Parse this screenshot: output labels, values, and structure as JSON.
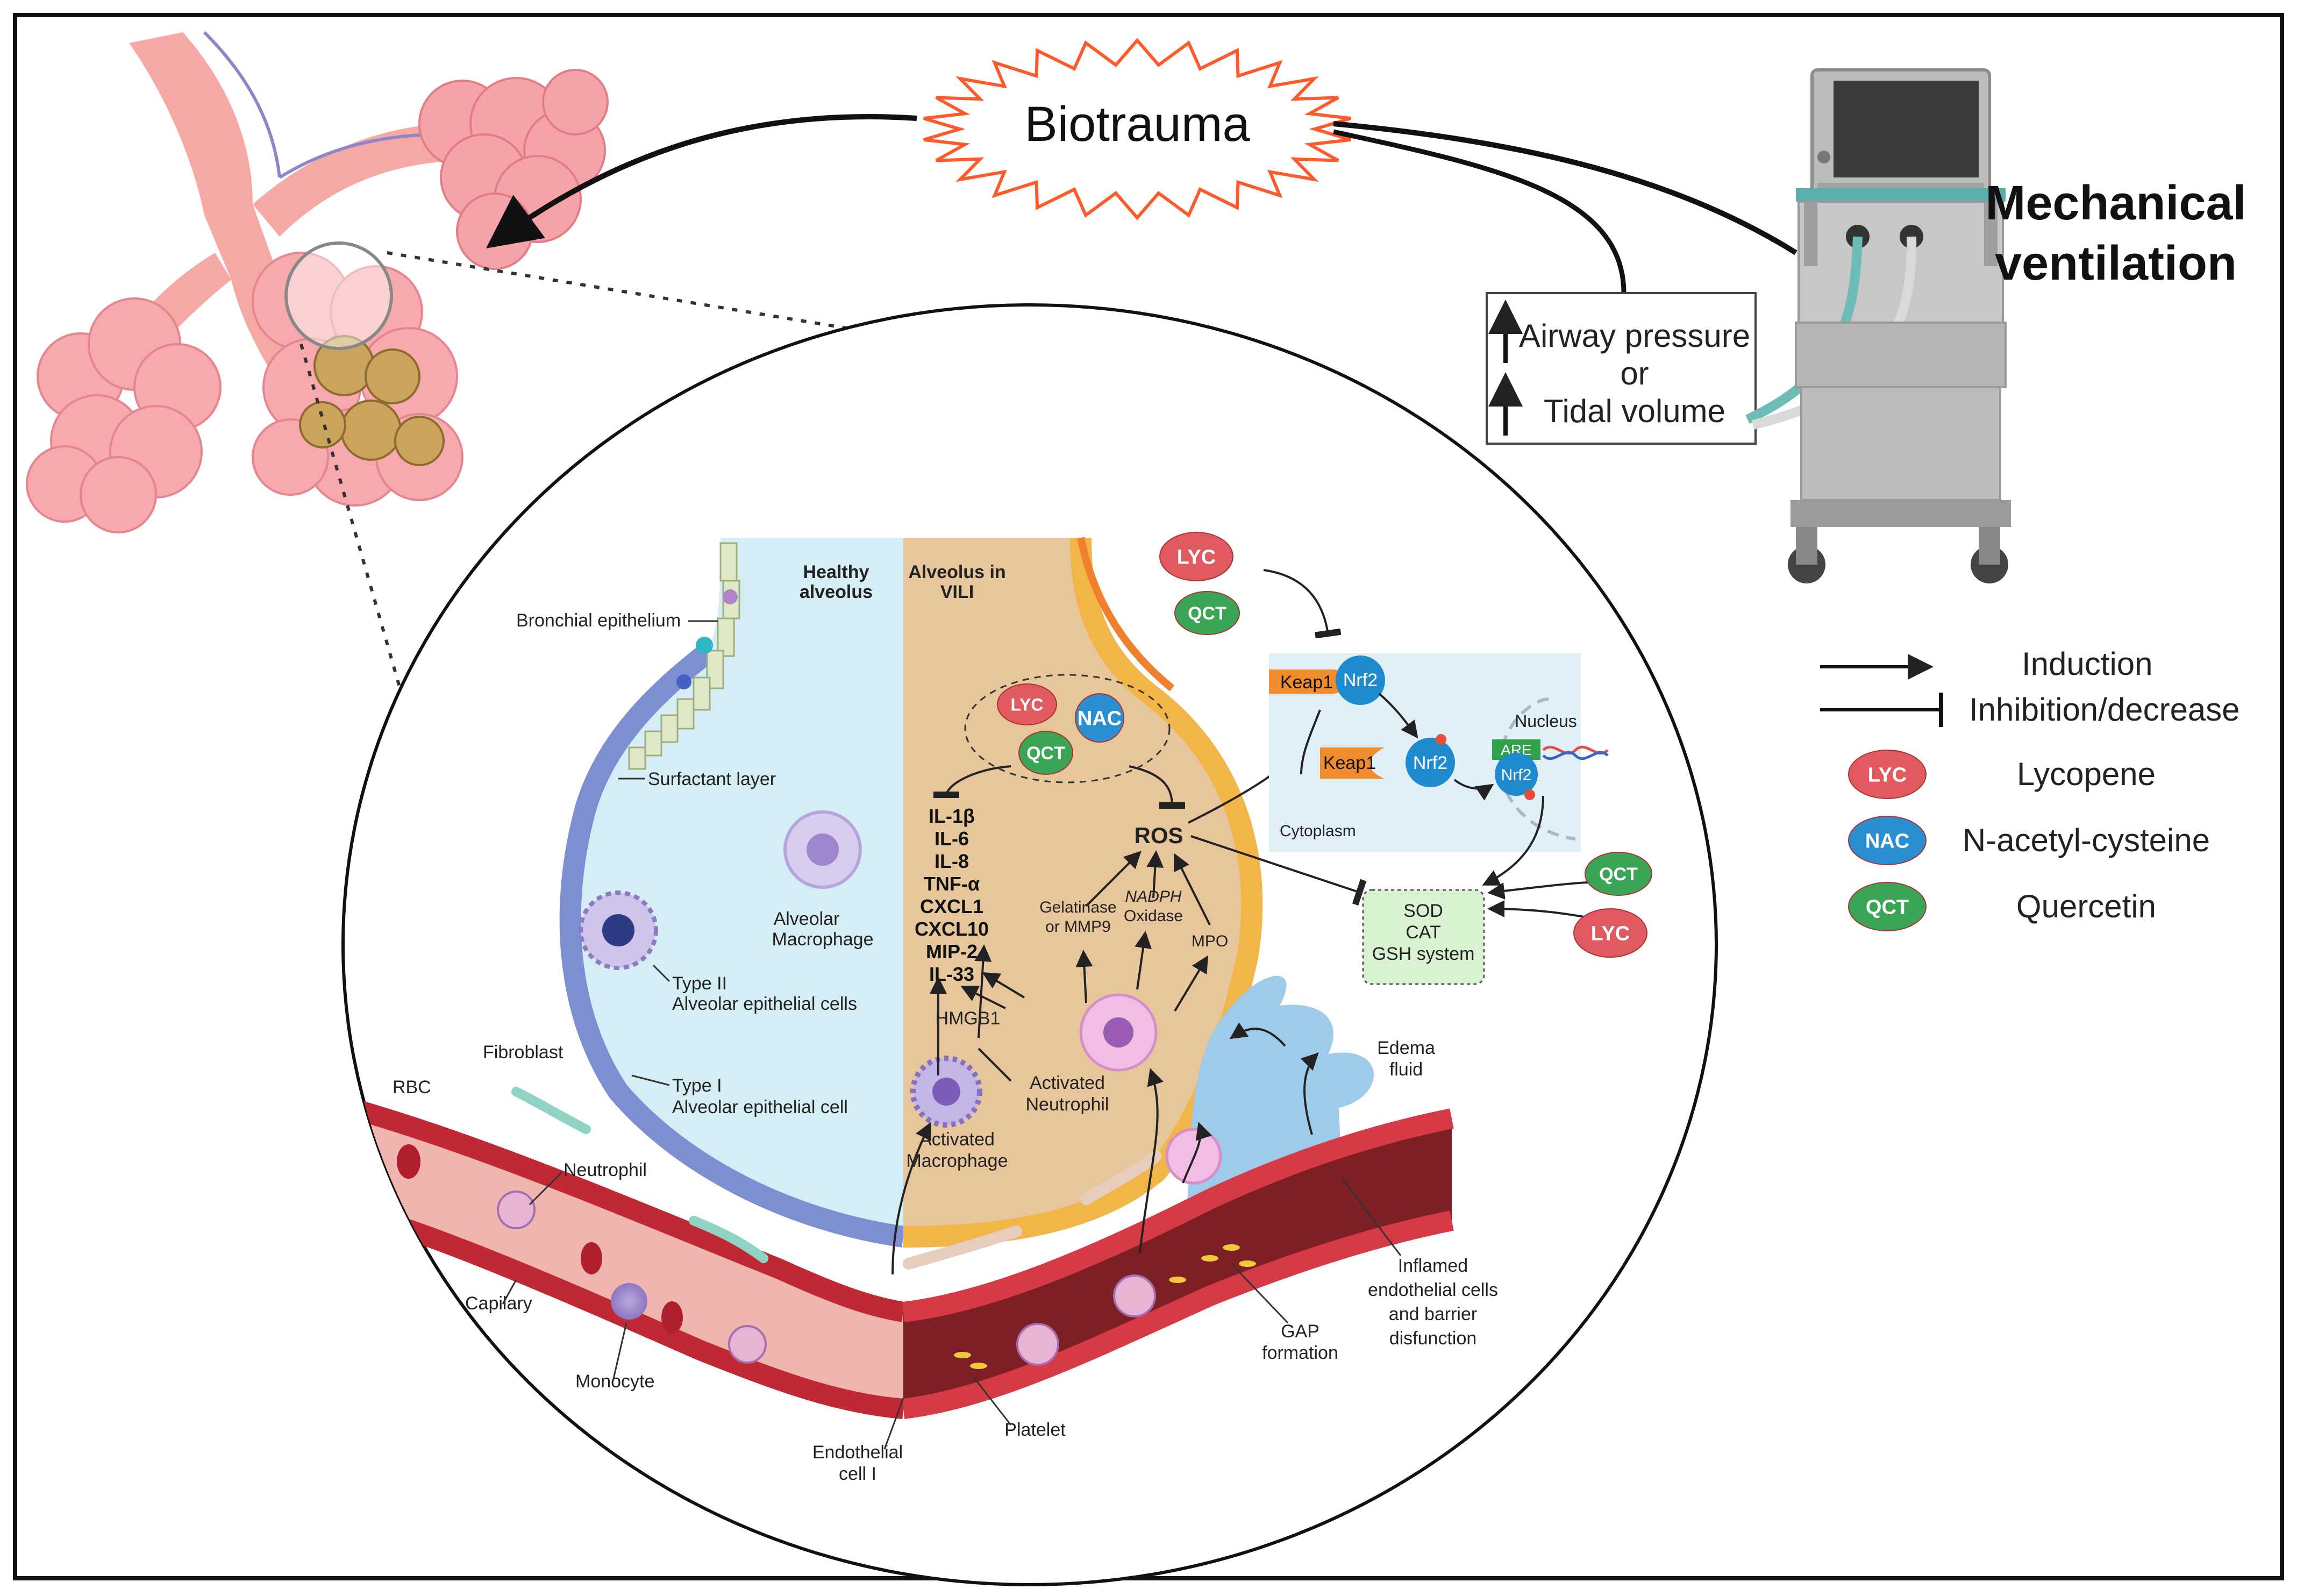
{
  "title": "Biotrauma",
  "device": {
    "line1": "Mechanical",
    "line2": "ventilation"
  },
  "ventilator_box": {
    "line1": "Airway pressure",
    "line2": "or",
    "line3": "Tidal volume"
  },
  "legend": {
    "induction": "Induction",
    "inhibition": "Inhibition/decrease",
    "items": [
      {
        "abbr": "LYC",
        "name": "Lycopene",
        "color": "#e05a60"
      },
      {
        "abbr": "NAC",
        "name": "N-acetyl-cysteine",
        "color": "#2a8fd0"
      },
      {
        "abbr": "QCT",
        "name": "Quercetin",
        "color": "#3aa655"
      }
    ]
  },
  "alveolus": {
    "healthy_title": [
      "Healthy",
      "alveolus"
    ],
    "vili_title": [
      "Alveolus in",
      "VILI"
    ],
    "bronchial": "Bronchial epithelium",
    "surfactant": "Surfactant layer",
    "alv_macrophage": [
      "Alveolar",
      "Macrophage"
    ],
    "type2": [
      "Type II",
      "Alveolar epithelial cells"
    ],
    "type1": [
      "Type I",
      "Alveolar epithelial cell"
    ],
    "fibroblast": "Fibroblast",
    "rbc": "RBC",
    "neutrophil": "Neutrophil",
    "capilary": "Capilary",
    "monocyte": "Monocyte",
    "endothelial": [
      "Endothelial",
      "cell I"
    ],
    "platelet": "Platelet",
    "gap": [
      "GAP",
      "formation"
    ],
    "inflamed": [
      "Inflamed",
      "endothelial cells",
      "and barrier",
      "disfunction"
    ],
    "edema": [
      "Edema",
      "fluid"
    ],
    "act_macrophage": [
      "Activated",
      "Macrophage"
    ],
    "act_neutrophil": [
      "Activated",
      "Neutrophil"
    ],
    "hmgb1": "HMGB1",
    "cytokines": [
      "IL-1β",
      "IL-6",
      "IL-8",
      "TNF-α",
      "CXCL1",
      "CXCL10",
      "MIP-2",
      "IL-33"
    ],
    "ros": "ROS",
    "gelatinase": [
      "Gelatinase",
      "or MMP9"
    ],
    "nadph": [
      "NADPH",
      "Oxidase"
    ],
    "mpo": "MPO"
  },
  "pathway": {
    "keap1": "Keap1",
    "nrf2": "Nrf2",
    "nucleus": "Nucleus",
    "are": "ARE",
    "cytoplasm": "Cytoplasm",
    "antioxidants": [
      "SOD",
      "CAT",
      "GSH system"
    ]
  }
}
